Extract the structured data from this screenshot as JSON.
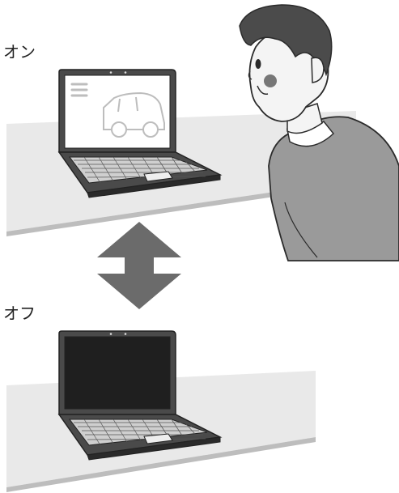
{
  "labels": {
    "on": "オン",
    "off": "オフ"
  },
  "colors": {
    "table": "#e9e9e9",
    "table_edge": "#bdbdbd",
    "laptop_body": "#4a4a4a",
    "laptop_dark": "#222222",
    "screen_on": "#ffffff",
    "screen_off": "#1f1f1f",
    "arrow": "#6b6b6b",
    "hair": "#4b4b4b",
    "skin": "#f4f4f4",
    "shirt": "#9a9a9a",
    "cheek": "#777777",
    "outline": "#2b2b2b"
  },
  "icons": {
    "screen_menu": "hamburger-menu-icon",
    "screen_image": "car-outline-icon",
    "arrow": "double-headed-vertical-arrow"
  }
}
